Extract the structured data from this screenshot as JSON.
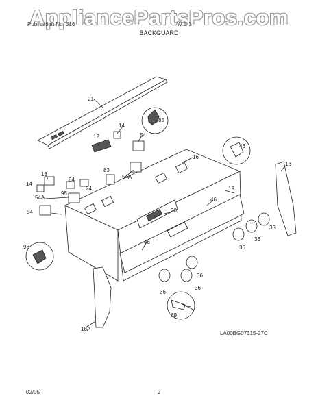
{
  "watermark": "AppliancePartsPros.com",
  "header": {
    "left_text": "Publication No. 316",
    "right_text": "W E 3"
  },
  "title": "BACKGUARD",
  "figure_id": "LA00BG07315-27C",
  "footer": {
    "date": "02/05",
    "page": "2"
  },
  "callouts": [
    "21",
    "14",
    "85",
    "54",
    "12",
    "16",
    "46",
    "18",
    "13",
    "14",
    "83",
    "84",
    "24",
    "95",
    "54A",
    "54A",
    "19",
    "20",
    "46",
    "54",
    "93",
    "36",
    "36",
    "36",
    "46",
    "36",
    "36",
    "36",
    "69",
    "18A"
  ]
}
